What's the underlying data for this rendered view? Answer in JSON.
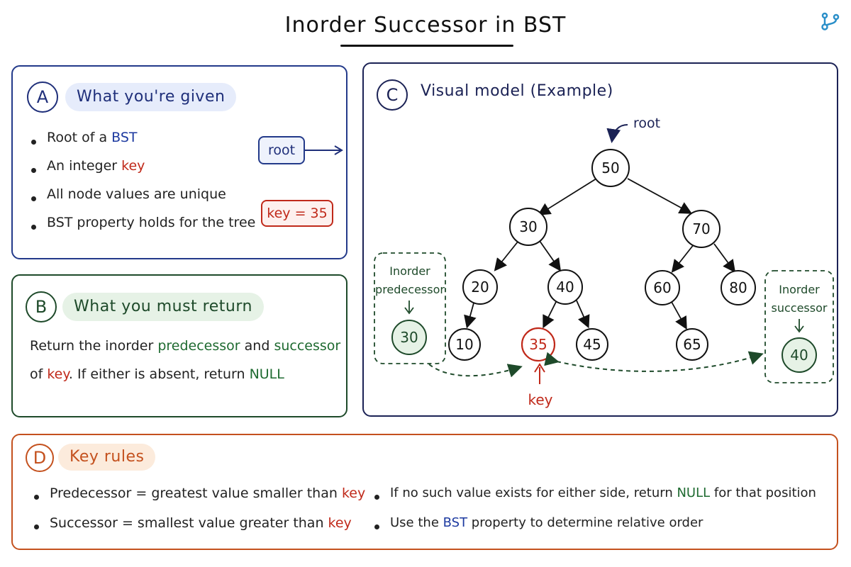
{
  "title": "Inorder Successor in BST",
  "icon": "branch-icon",
  "colors": {
    "blue": "#1d3aa0",
    "red": "#c0291a",
    "green": "#1e6a30",
    "orange": "#c4511e",
    "navy": "#1b2255"
  },
  "panel_a": {
    "badge": "A",
    "heading": "What you're given",
    "bullets": [
      {
        "pre": "Root of a ",
        "hl": "BST"
      },
      {
        "pre": "An integer ",
        "hl": "key"
      },
      {
        "pre": "All node values are unique",
        "hl": ""
      },
      {
        "pre": "BST property holds for the tree",
        "hl": ""
      }
    ],
    "root_tag": "root",
    "key_tag": "key = 35"
  },
  "panel_b": {
    "badge": "B",
    "heading": "What you must return",
    "line1": {
      "pre": "Return the inorder ",
      "p": "predecessor",
      "mid": " and ",
      "s": "successor"
    },
    "line2": {
      "pre": "of ",
      "k": "key",
      "mid": ". If either is absent, return ",
      "n": "NULL"
    }
  },
  "panel_c": {
    "badge": "C",
    "heading": "Visual model (Example)",
    "root_label": "root",
    "key_label": "key",
    "nodes": {
      "n50": "50",
      "n30": "30",
      "n70": "70",
      "n20": "20",
      "n40": "40",
      "n60": "60",
      "n80": "80",
      "n10": "10",
      "n35": "35",
      "n45": "45",
      "n65": "65"
    },
    "predecessor": {
      "title1": "Inorder",
      "title2": "predecessor",
      "value": "30"
    },
    "successor": {
      "title1": "Inorder",
      "title2": "successor",
      "value": "40"
    }
  },
  "panel_d": {
    "badge": "D",
    "heading": "Key rules",
    "left": [
      {
        "pre": "Predecessor = greatest value smaller than ",
        "hl": "key"
      },
      {
        "pre": "Successor = smallest value greater than ",
        "hl": "key"
      }
    ],
    "right": [
      {
        "pre": "If no such value exists for either side, return ",
        "hl": "NULL",
        "post": " for that position"
      },
      {
        "pre": "Use the ",
        "hl": "BST",
        "post": " property to determine relative order"
      }
    ]
  }
}
